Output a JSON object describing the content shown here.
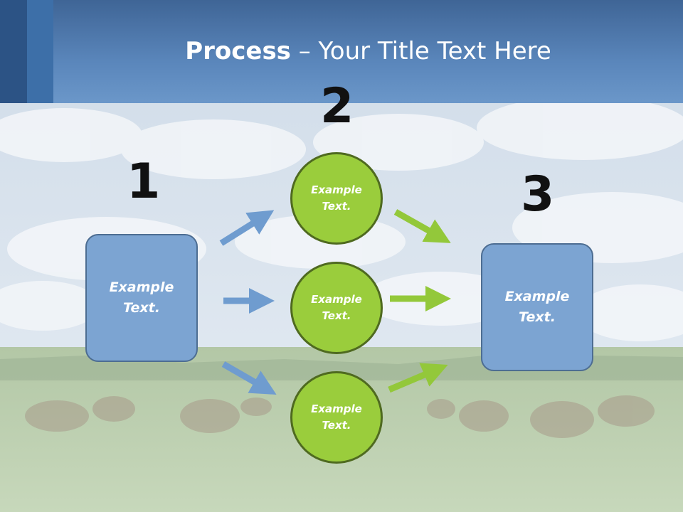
{
  "title": {
    "bold": "Process",
    "rest": " – Your Title Text Here"
  },
  "steps": {
    "one": {
      "number": "1",
      "label": "Example\nText."
    },
    "two": {
      "number": "2",
      "circles": [
        "Example\nText.",
        "Example\nText.",
        "Example\nText."
      ]
    },
    "three": {
      "number": "3",
      "label": "Example\nText."
    }
  },
  "colors": {
    "header": "#5a86bb",
    "box": "#7ca4d2",
    "circle": "#9acd3c",
    "blue_arrow": "#6f9ccf",
    "green_arrow": "#93c83a"
  }
}
